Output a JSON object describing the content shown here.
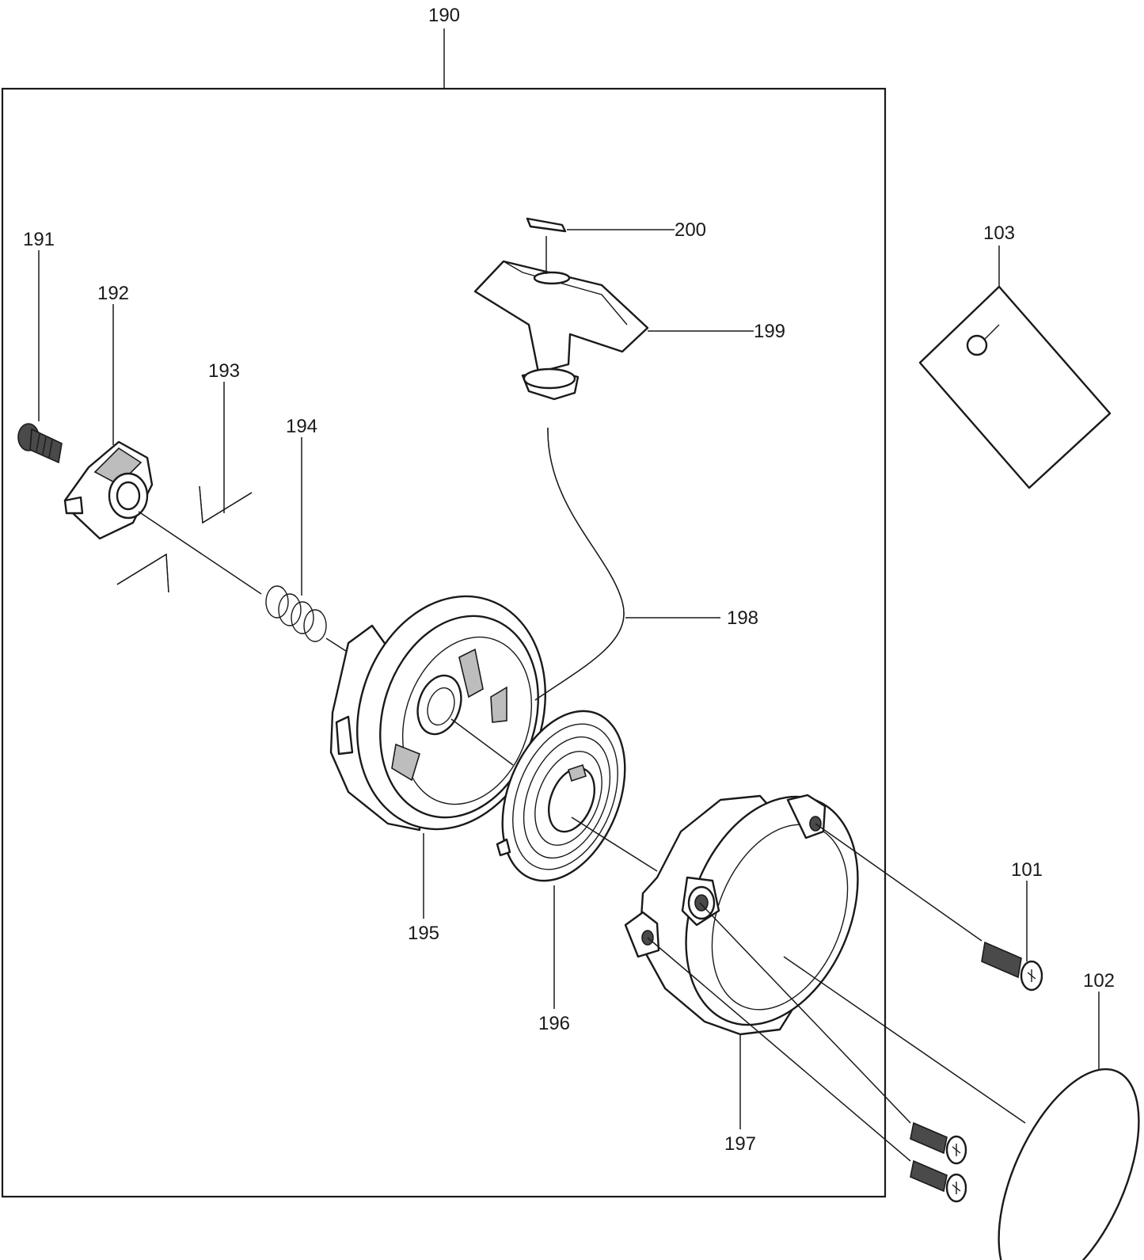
{
  "labels": {
    "assembly": "190",
    "p101": "101",
    "p102": "102",
    "p103": "103",
    "p191": "191",
    "p192": "192",
    "p193": "193",
    "p194": "194",
    "p195": "195",
    "p196": "196",
    "p197": "197",
    "p198": "198",
    "p199": "199",
    "p200": "200"
  }
}
